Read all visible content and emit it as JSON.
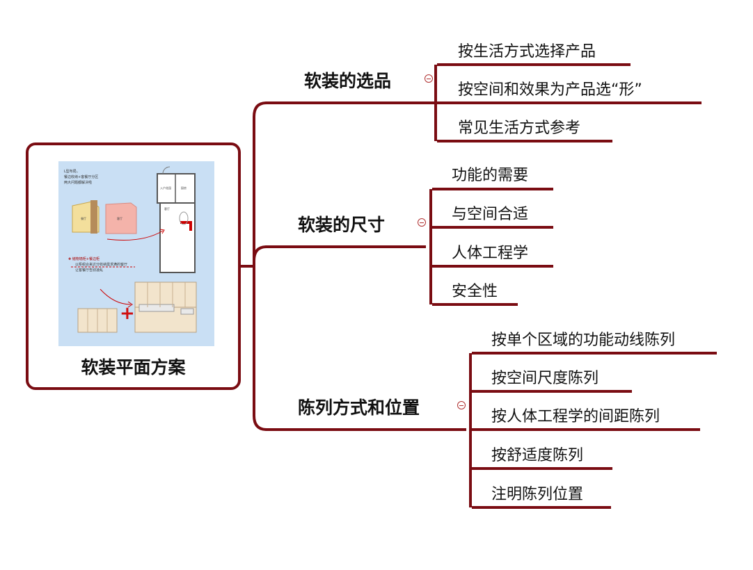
{
  "root": {
    "title": "软装平面方案",
    "image": {
      "note_top": [
        "L型布局，",
        "餐边收纳+客餐厅分区",
        "两大问题都解决啦"
      ],
      "note_bottom": [
        "✚ 储物墙柜+餐边柜",
        "以柜组合来达分收纳需求满的客厅",
        "让客餐厅告别凌乱"
      ],
      "room_1": "入户花园",
      "room_2": "厨房",
      "room_3": "客厅",
      "room_4": "餐厅",
      "room_5": "客厅",
      "plus_sign": "+"
    }
  },
  "branches": [
    {
      "label": "软装的选品",
      "children": [
        "按生活方式选择产品",
        "按空间和效果为产品选“形”",
        "常见生活方式参考"
      ]
    },
    {
      "label": "软装的尺寸",
      "children": [
        "功能的需要",
        "与空间合适",
        "人体工程学",
        "安全性"
      ]
    },
    {
      "label": "陈列方式和位置",
      "children": [
        "按单个区域的功能动线陈列",
        "按空间尺度陈列",
        "按人体工程学的间距陈列",
        "按舒适度陈列",
        "注明陈列位置"
      ]
    }
  ],
  "colors": {
    "line": "#7a0c12",
    "text": "#111111",
    "image_bg": "#c9dff4"
  }
}
